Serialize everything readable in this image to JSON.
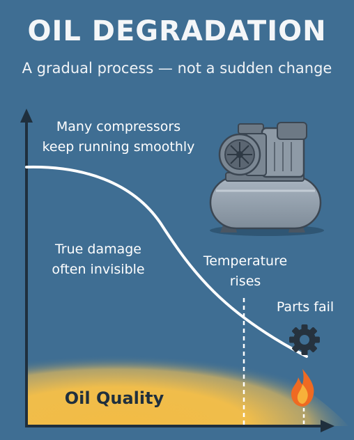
{
  "title": "OIL DEGRADATION",
  "subtitle": "A gradual process — not a sudden change",
  "labels": {
    "running_line1": "Many compressors",
    "running_line2": "keep running smoothly",
    "damage_line1": "True damage",
    "damage_line2": "often invisible",
    "temperature_line1": "Temperature",
    "temperature_line2": "rises",
    "parts_fail": "Parts fail",
    "oil_quality": "Oil Quality"
  },
  "icons": [
    "compressor-icon",
    "gear-icon",
    "flame-icon"
  ],
  "colors": {
    "background": "#3f6e93",
    "oil_glow": "#f2bc45",
    "curve": "#ffffff",
    "flame": "#ef6a22",
    "axis": "#1f2f3d"
  }
}
